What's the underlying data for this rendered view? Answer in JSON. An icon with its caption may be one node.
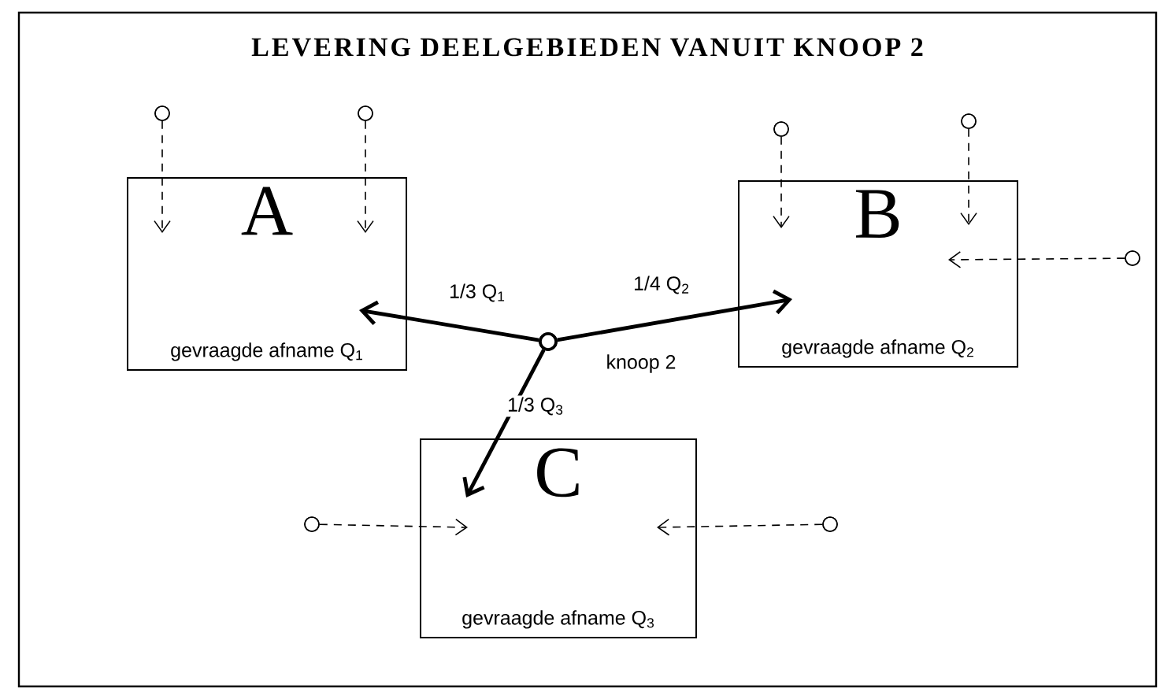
{
  "diagram": {
    "title": "LEVERING DEELGEBIEDEN VANUIT KNOOP 2",
    "nodes": [
      {
        "text": [
          "A",
          "gevraagde afname Q$_{1}$"
        ]
      },
      {
        "text": [
          "B",
          "gevraagde afname Q$_{2}$"
        ]
      },
      {
        "text": [],
        "shape": "circle",
        "beside": [
          "knoop 2"
        ]
      },
      {
        "text": [
          "C",
          "gevraagde afname Q$_{3}$"
        ]
      },
      {
        "text": [],
        "shape": "circle"
      },
      {
        "text": [],
        "shape": "circle"
      },
      {
        "text": [],
        "shape": "circle"
      },
      {
        "text": [],
        "shape": "circle"
      },
      {
        "text": [],
        "shape": "circle"
      },
      {
        "text": [],
        "shape": "circle"
      },
      {
        "text": [],
        "shape": "circle"
      }
    ],
    "edges": [
      {
        "from": 2,
        "to": 0,
        "arrow": "to",
        "label": "1/3 Q$_{1}$",
        "style": "thick"
      },
      {
        "from": 2,
        "to": 1,
        "arrow": "to",
        "label": "1/4 Q$_{2}$",
        "style": "thick"
      },
      {
        "from": 2,
        "to": 3,
        "arrow": "to",
        "label": "1/3 Q$_{3}$",
        "style": "thick"
      },
      {
        "from": 4,
        "to": 0,
        "arrow": "to",
        "style": "dashed"
      },
      {
        "from": 5,
        "to": 0,
        "arrow": "to",
        "style": "dashed"
      },
      {
        "from": 6,
        "to": 1,
        "arrow": "to",
        "style": "dashed"
      },
      {
        "from": 7,
        "to": 1,
        "arrow": "to",
        "style": "dashed"
      },
      {
        "from": 8,
        "to": 1,
        "arrow": "to",
        "style": "dashed"
      },
      {
        "from": 9,
        "to": 3,
        "arrow": "to",
        "style": "dashed"
      },
      {
        "from": 10,
        "to": 3,
        "arrow": "to",
        "style": "dashed"
      }
    ]
  }
}
